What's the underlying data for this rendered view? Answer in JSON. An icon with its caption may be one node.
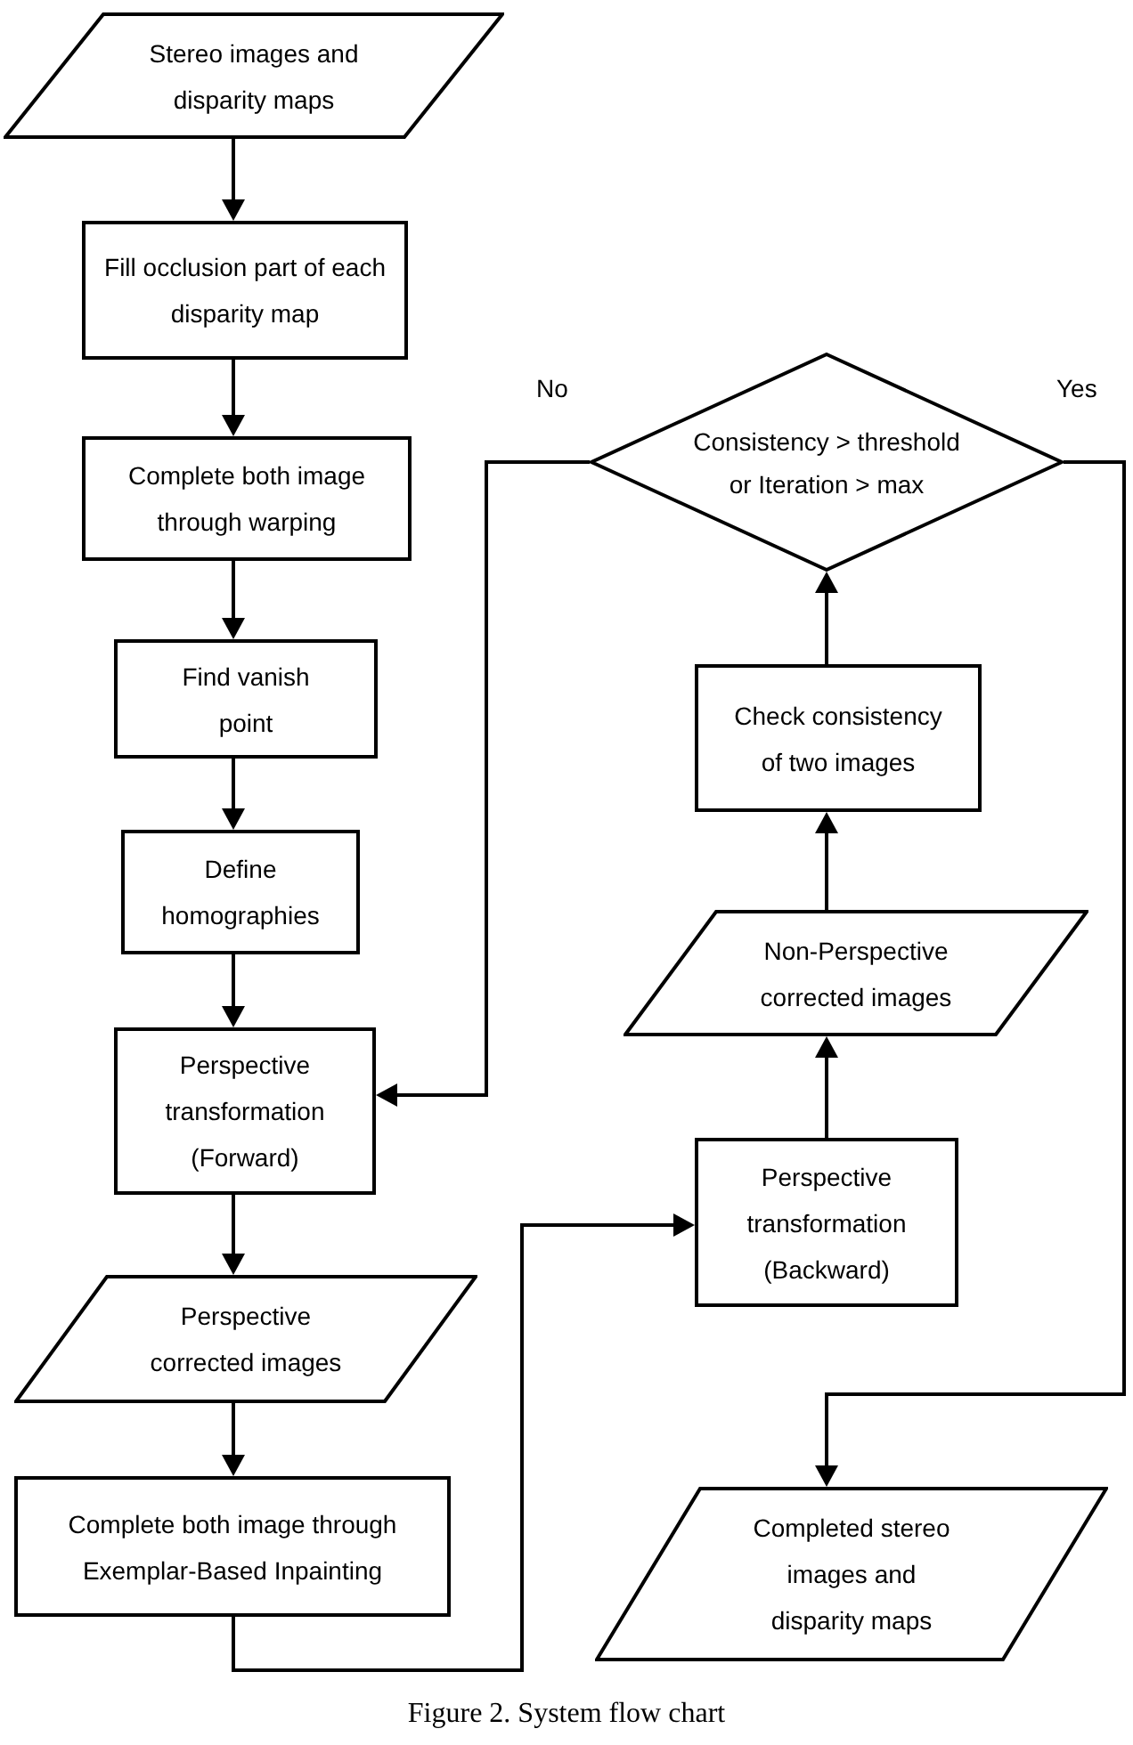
{
  "diagram": {
    "caption": "Figure 2. System flow chart",
    "nodes": [
      {
        "text": [
          "Stereo images and disparity maps"
        ]
      },
      {
        "text": [
          "Fill occlusion part of each disparity map"
        ]
      },
      {
        "text": [
          "Complete both image through warping"
        ]
      },
      {
        "text": [
          "Find vanish point"
        ]
      },
      {
        "text": [
          "Define homographies"
        ]
      },
      {
        "text": [
          "Perspective transformation (Forward)"
        ]
      },
      {
        "text": [
          "Perspective corrected images"
        ]
      },
      {
        "text": [
          "Complete both image through Exemplar-Based Inpainting"
        ]
      },
      {
        "text": [
          "Perspective transformation (Backward)"
        ]
      },
      {
        "text": [
          "Non-Perspective corrected images"
        ]
      },
      {
        "text": [
          "Check consistency of two images"
        ]
      },
      {
        "text": [
          "Consistency > threshold or Iteration > max"
        ]
      },
      {
        "text": [
          "Completed stereo images and disparity maps"
        ]
      }
    ],
    "edges": [
      {
        "from": 0,
        "to": 1,
        "arrow": "to"
      },
      {
        "from": 1,
        "to": 2,
        "arrow": "to"
      },
      {
        "from": 2,
        "to": 3,
        "arrow": "to"
      },
      {
        "from": 3,
        "to": 4,
        "arrow": "to"
      },
      {
        "from": 4,
        "to": 5,
        "arrow": "to"
      },
      {
        "from": 5,
        "to": 6,
        "arrow": "to"
      },
      {
        "from": 6,
        "to": 7,
        "arrow": "to"
      },
      {
        "from": 7,
        "to": 8,
        "arrow": "to"
      },
      {
        "from": 8,
        "to": 9,
        "arrow": "to"
      },
      {
        "from": 9,
        "to": 10,
        "arrow": "to"
      },
      {
        "from": 10,
        "to": 11,
        "arrow": "to"
      },
      {
        "from": 11,
        "to": 5,
        "arrow": "to",
        "label": "No"
      },
      {
        "from": 11,
        "to": 12,
        "arrow": "to",
        "label": "Yes"
      }
    ]
  }
}
